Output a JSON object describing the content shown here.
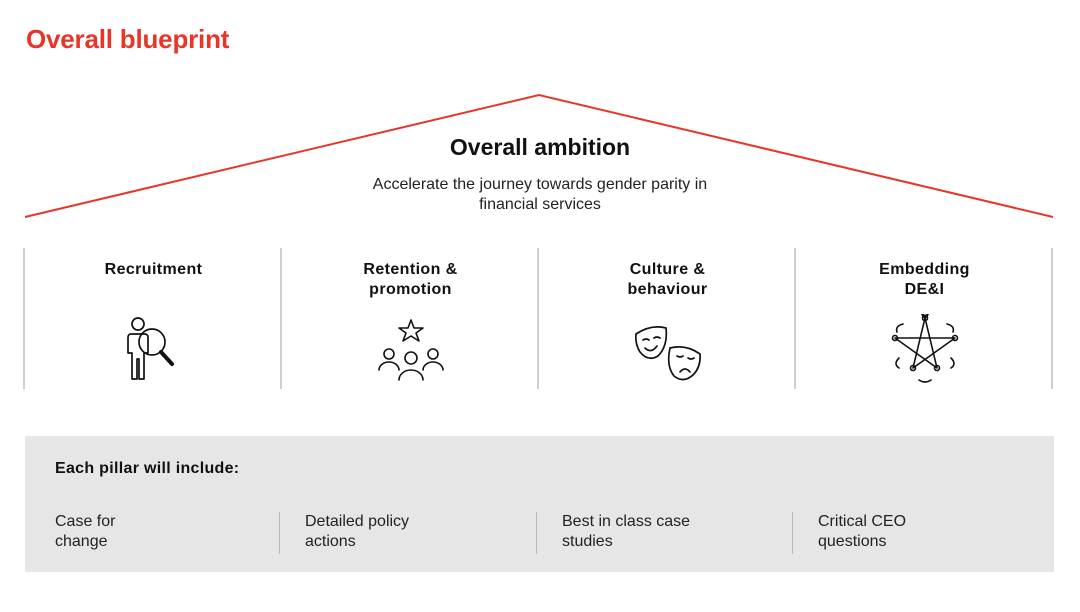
{
  "page": {
    "title": "Overall blueprint"
  },
  "ambition": {
    "title": "Overall ambition",
    "text": "Accelerate the journey towards gender parity in\nfinancial services"
  },
  "pillars": [
    {
      "label": "Recruitment",
      "icon": "person-search-icon"
    },
    {
      "label": "Retention &\npromotion",
      "icon": "people-star-icon"
    },
    {
      "label": "Culture &\nbehaviour",
      "icon": "theatre-masks-icon"
    },
    {
      "label": "Embedding\nDE&I",
      "icon": "network-star-icon"
    }
  ],
  "includes": {
    "title": "Each pillar will include:",
    "items": [
      "Case for\nchange",
      "Detailed policy\nactions",
      "Best in class case\nstudies",
      "Critical CEO\nquestions"
    ]
  },
  "colors": {
    "accent": "#e8352a",
    "panel": "#e6e6e6",
    "divider": "#cfcfcf",
    "text": "#111111"
  }
}
